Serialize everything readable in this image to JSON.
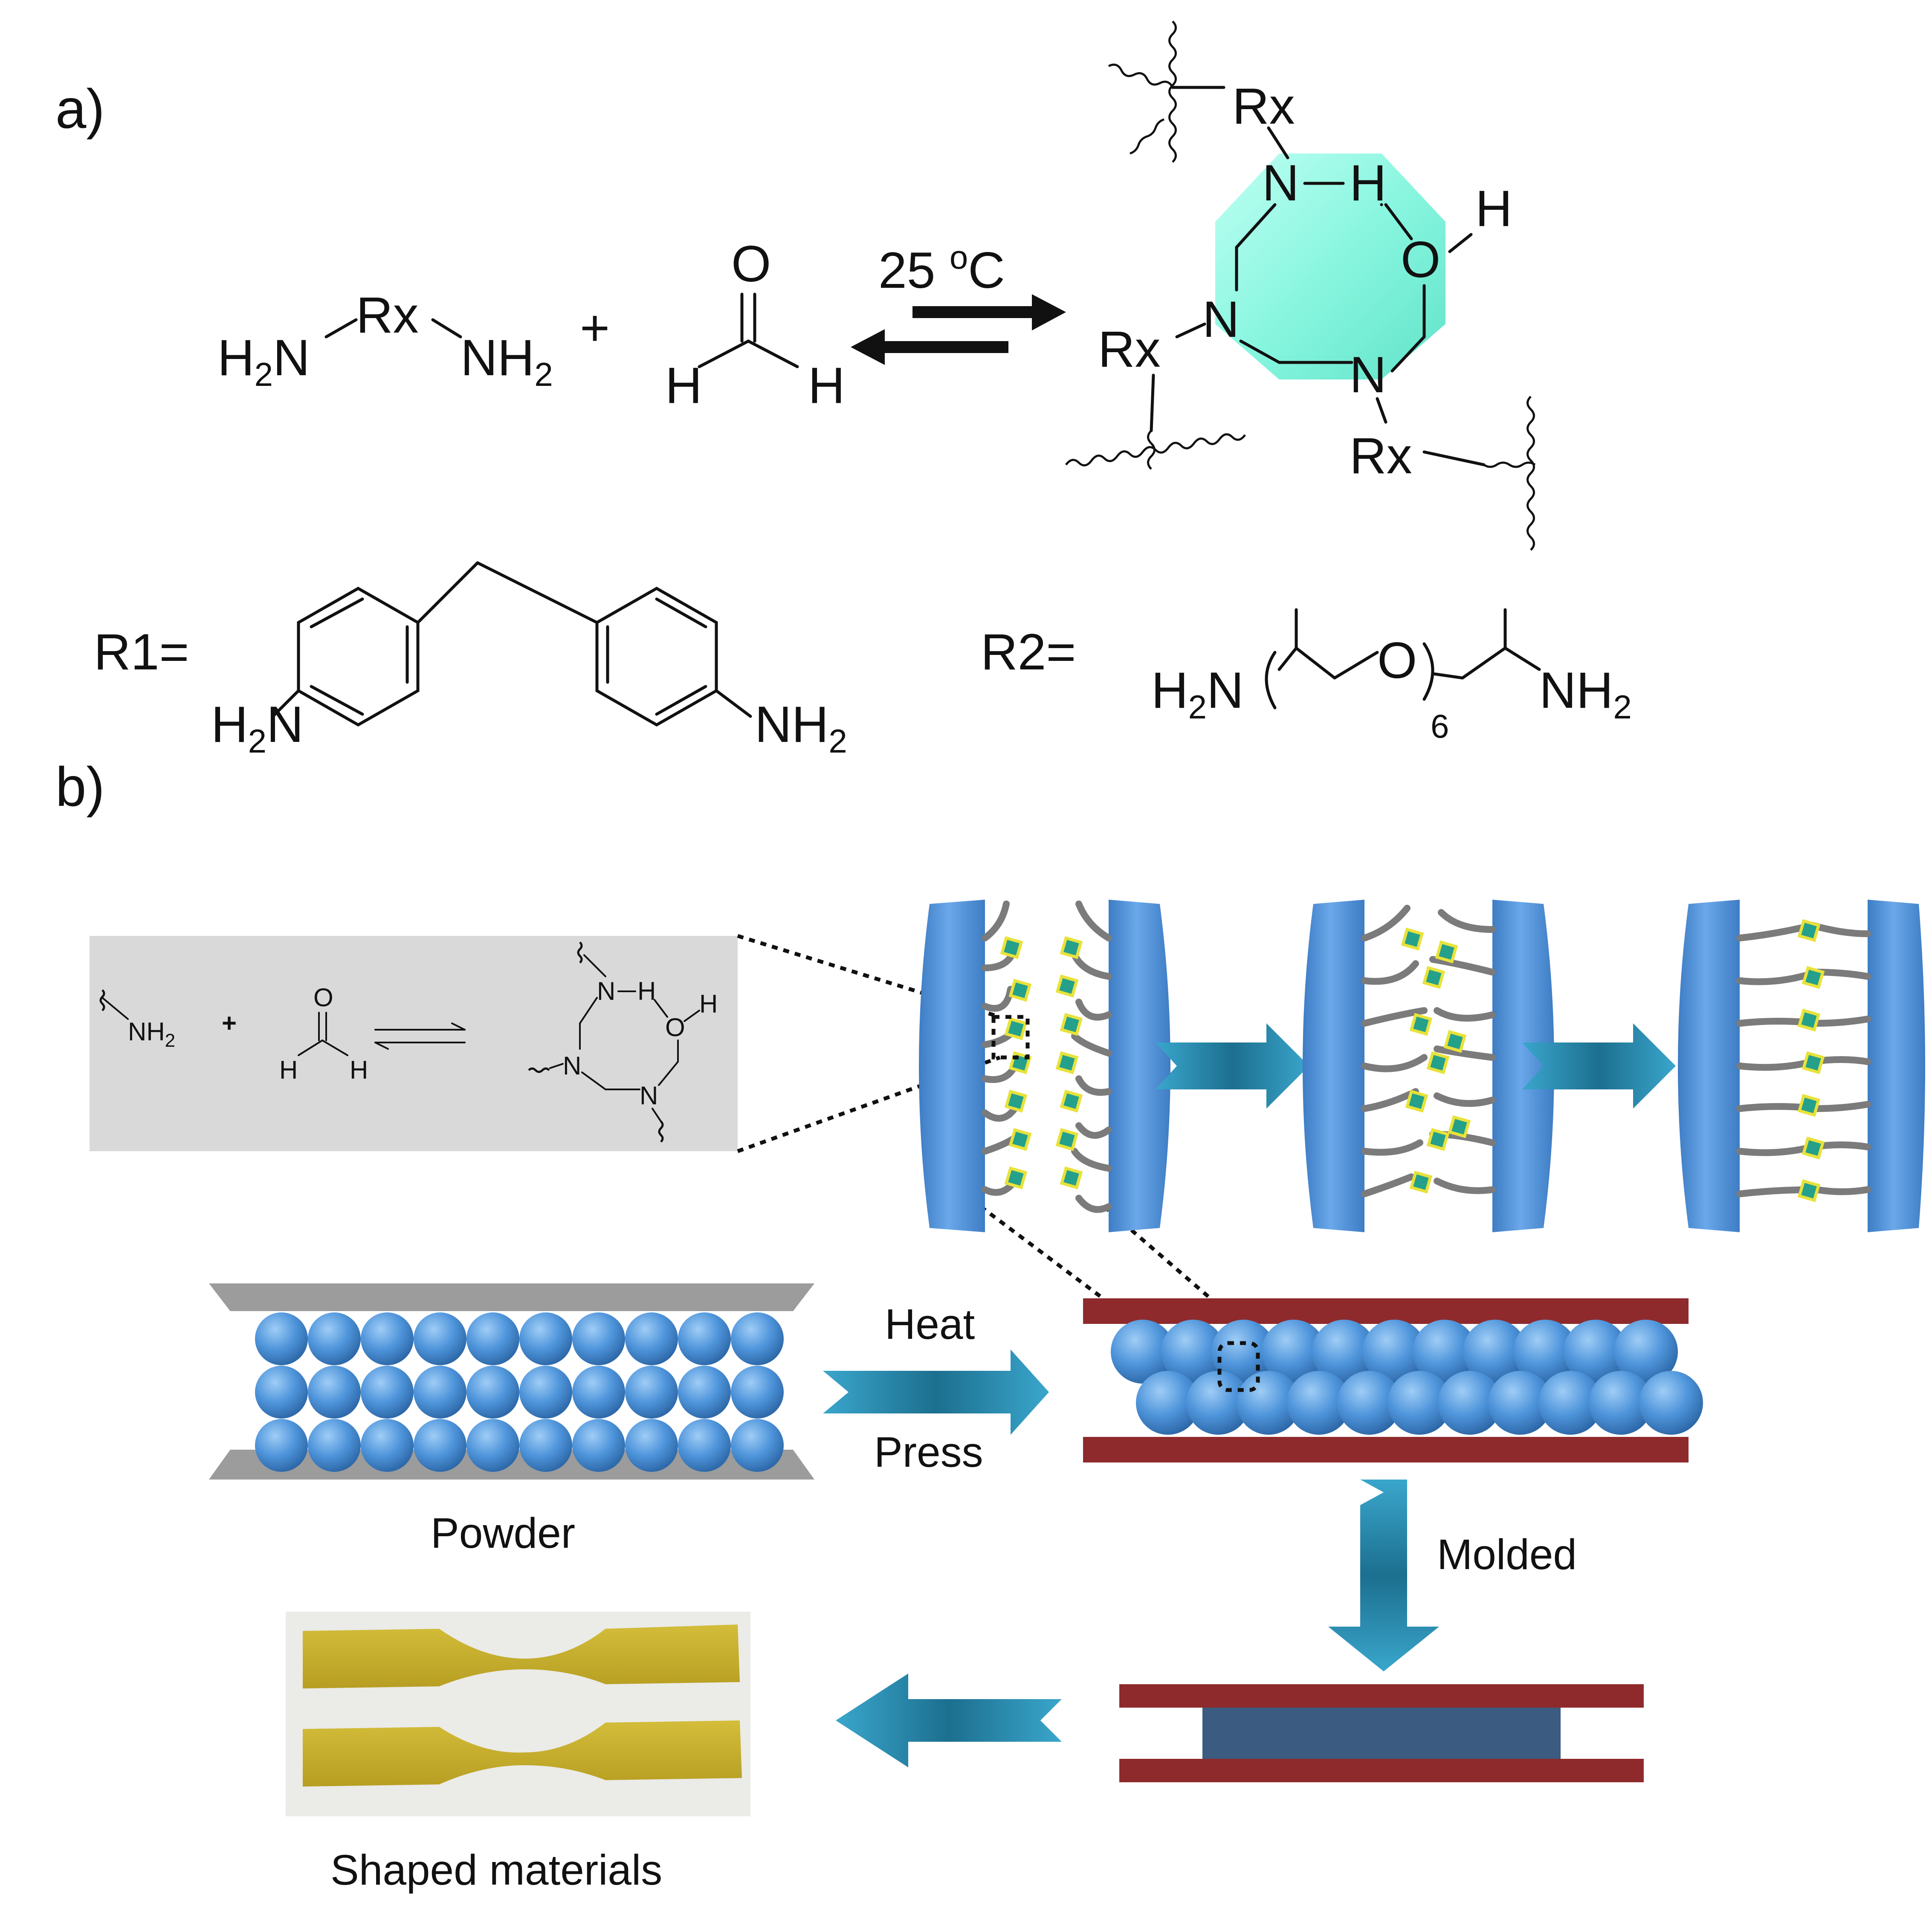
{
  "panel_a": {
    "label": "a)",
    "reactant_amine": {
      "rx": "Rx",
      "h2n": "H",
      "h2n_sub": "2",
      "h2n_n": "N",
      "nh2_n": "NH",
      "nh2_sub": "2"
    },
    "plus": "+",
    "aldehyde": {
      "o": "O",
      "h_left": "H",
      "h_right": "H"
    },
    "condition": {
      "temp": "25",
      "deg": "o",
      "unit": "C"
    },
    "product": {
      "rx_top": "Rx",
      "rx_left": "Rx",
      "rx_bottom": "Rx",
      "n_top": "N",
      "h_top": "H",
      "o": "O",
      "h_o": "H",
      "n_left": "N",
      "n_right": "N",
      "ring_color": "#5ff0d6"
    },
    "r1": {
      "label": "R1=",
      "h2n": "H",
      "sub": "2",
      "n": "N",
      "nh2": "NH",
      "sub2": "2"
    },
    "r2": {
      "label": "R2=",
      "h2n": "H",
      "sub": "2",
      "n": "N",
      "o": "O",
      "rep": "6",
      "nh2": "NH",
      "sub2": "2"
    }
  },
  "panel_b": {
    "label": "b)",
    "inset": {
      "nh2": "NH",
      "nh2_sub": "2",
      "plus": "+",
      "o": "O",
      "h_left": "H",
      "h_right": "H",
      "n_top": "N",
      "h_top": "H",
      "o_prod": "O",
      "h_o": "H",
      "n_left": "N",
      "n_right": "N",
      "bg_color": "#d9d9d9"
    },
    "process": {
      "heat": "Heat",
      "press": "Press",
      "powder": "Powder",
      "molded": "Molded",
      "shaped": "Shaped materials"
    },
    "colors": {
      "particle": "#4f95db",
      "plate_gray": "#9c9c9c",
      "plate_red": "#8e2a2c",
      "molded_block": "#3b5b80",
      "arrow": "#2a93b8",
      "dumbbell": "#c8b12f",
      "crosslink_teal": "#25a08a",
      "crosslink_yellow": "#e8e23a"
    }
  }
}
